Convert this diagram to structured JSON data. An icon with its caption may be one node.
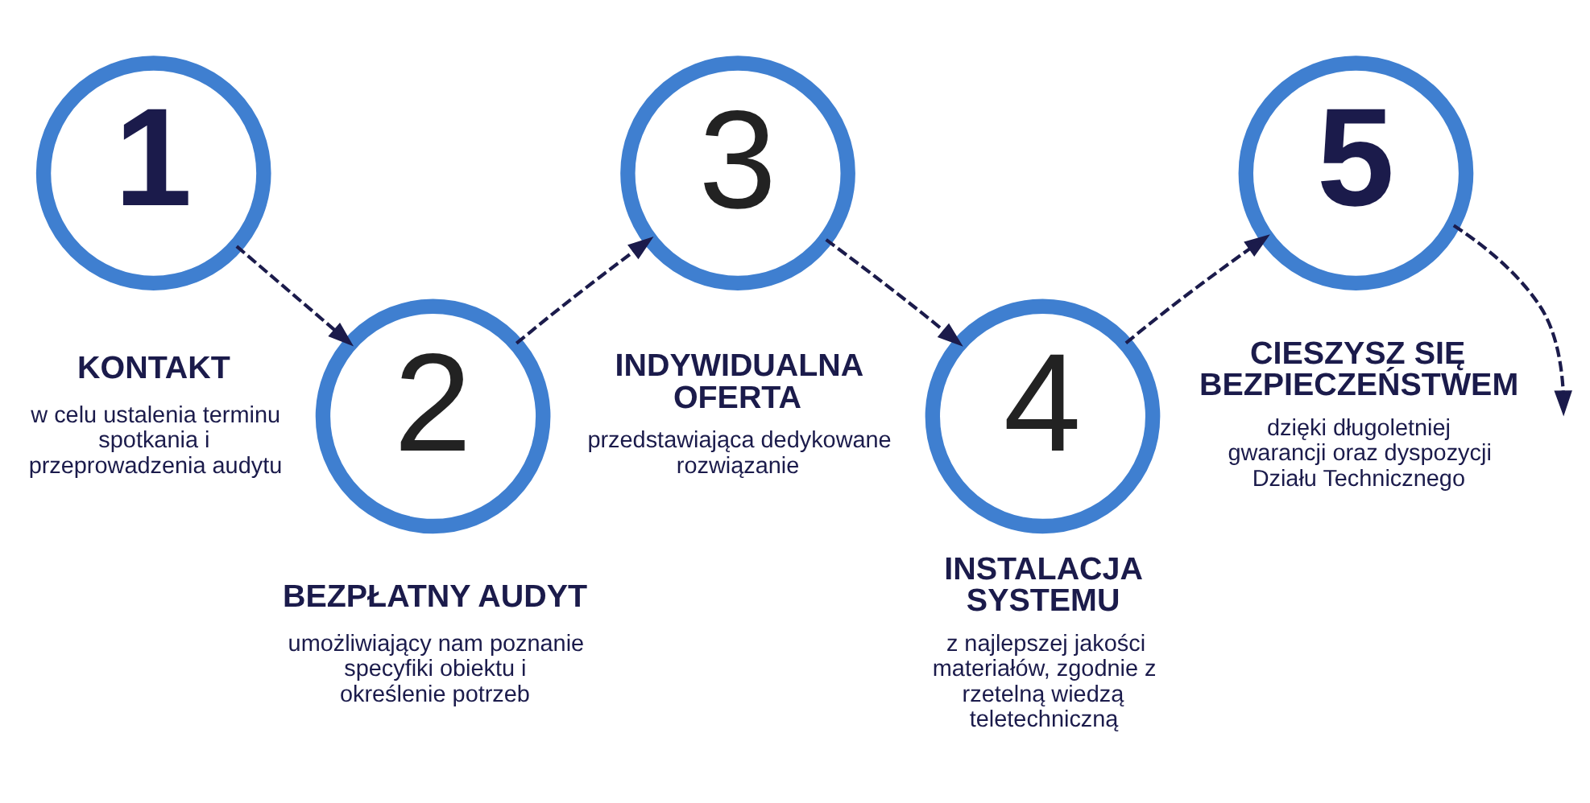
{
  "diagram": {
    "nodes": [
      {
        "text": [
          "1"
        ],
        "beside": [
          "KONTAKT",
          "w celu ustalenia terminu spotkania i przeprowadzenia audytu"
        ]
      },
      {
        "text": [
          "2"
        ],
        "beside": [
          "BEZPŁATNY AUDYT",
          "umożliwiający nam poznanie specyfiki obiektu i określenie potrzeb"
        ]
      },
      {
        "text": [
          "3"
        ],
        "beside": [
          "INDYWIDUALNA OFERTA",
          "przedstawiająca dedykowane rozwiązanie"
        ]
      },
      {
        "text": [
          "4"
        ],
        "beside": [
          "INSTALACJA SYSTEMU",
          "z najlepszej jakości materiałów, zgodnie z rzetelną wiedzą teletechniczną"
        ]
      },
      {
        "text": [
          "5"
        ],
        "beside": [
          "CIESZYSZ SIĘ BEZPIECZEŃSTWEM",
          "dzięki długoletniej gwarancji oraz dyspozycji Działu Technicznego"
        ]
      }
    ],
    "edges": [
      {
        "from": 0,
        "to": 1,
        "arrow": "to",
        "style": "dashed"
      },
      {
        "from": 1,
        "to": 2,
        "arrow": "to",
        "style": "dashed"
      },
      {
        "from": 2,
        "to": 3,
        "arrow": "to",
        "style": "dashed"
      },
      {
        "from": 3,
        "to": 4,
        "arrow": "to",
        "style": "dashed"
      },
      {
        "from": 4,
        "to": null,
        "arrow": "to",
        "style": "dashed"
      }
    ]
  }
}
